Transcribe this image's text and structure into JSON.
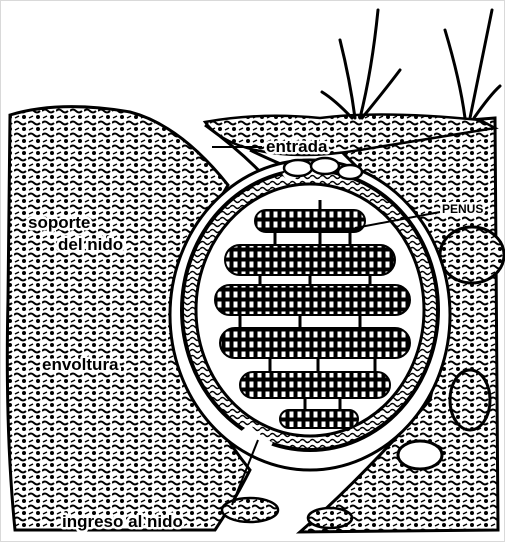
{
  "labels": {
    "entrada": "entrada",
    "soporte_line1": "soporte",
    "soporte_line2": "del nido",
    "envoltura": "envoltura",
    "ingreso": "ingreso al nido",
    "rotulo": "PENUS"
  },
  "colors": {
    "ink": "#000000",
    "paper": "#ffffff"
  },
  "icons": {
    "plants": "grass-sprout-icon"
  }
}
